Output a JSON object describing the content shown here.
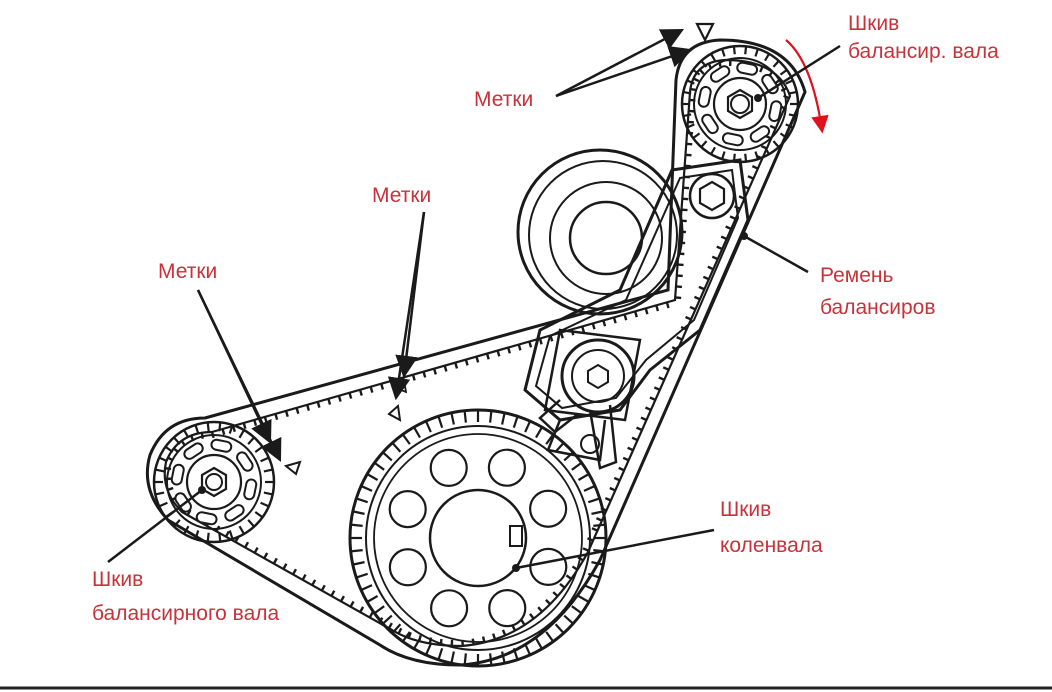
{
  "colors": {
    "label": "#c8323a",
    "ink": "#1a1a1a",
    "rotation_arrow": "#e0101c",
    "background": "#ffffff"
  },
  "labels": {
    "marks_top": "Метки",
    "marks_middle": "Метки",
    "marks_left": "Метки",
    "upper_pulley_line1": "Шкив",
    "upper_pulley_line2": "балансир. вала",
    "belt_line1": "Ремень",
    "belt_line2": "балансиров",
    "crank_line1": "Шкив",
    "crank_line2": "коленвала",
    "lower_pulley_line1": "Шкив",
    "lower_pulley_line2": "балансирного вала"
  },
  "icons": {
    "timing_mark": "triangle-mark-icon",
    "rotation": "rotation-arrow-icon"
  }
}
